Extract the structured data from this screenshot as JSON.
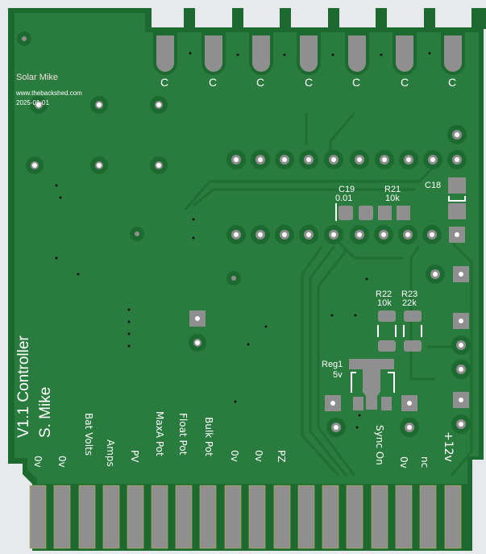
{
  "colors": {
    "board": "#2a7b3e",
    "board_dark": "#1d6a30",
    "pad": "#8f8f8f",
    "silk": "#ffffff",
    "background": "#e8e9ec"
  },
  "header": {
    "author": "Solar Mike",
    "website": "www.thebackshed.com",
    "date": "2025-01-01"
  },
  "board_title": {
    "version": "V1.1 Controller",
    "designer": "S. Mike"
  },
  "top_connector": {
    "labels": [
      "C",
      "C",
      "C",
      "C",
      "C",
      "C",
      "C"
    ]
  },
  "components": {
    "c19": {
      "ref": "C19",
      "value": "0.01"
    },
    "r21": {
      "ref": "R21",
      "value": "10k"
    },
    "c18": {
      "ref": "C18"
    },
    "r22": {
      "ref": "R22",
      "value": "10k"
    },
    "r23": {
      "ref": "R23",
      "value": "22k"
    },
    "reg1": {
      "ref": "Reg1",
      "value": "5v"
    }
  },
  "edge_connector": {
    "labels": [
      "0v",
      "0v",
      "Bat Volts",
      "Amps",
      "PV",
      "MaxA Pot",
      "Float Pot",
      "Bulk Pot",
      "0v",
      "0v",
      "PZ",
      "Sync On",
      "0v",
      "nc",
      "+12v"
    ]
  }
}
